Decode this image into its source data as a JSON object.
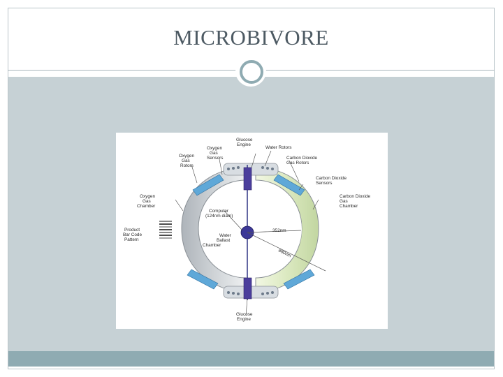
{
  "slide": {
    "title": "MICROBIVORE"
  },
  "diagram": {
    "labels": {
      "oxygen_rotors": [
        "Oxygen",
        "Gas",
        "Rotors"
      ],
      "oxygen_sensors": [
        "Oxygen",
        "Gas",
        "Sensors"
      ],
      "glucose_engine_top": [
        "Glucose",
        "Engine"
      ],
      "water_rotors": "Water Rotors",
      "co2_rotors": [
        "Carbon Dioxide",
        "Gas Rotors"
      ],
      "co2_sensors": [
        "Carbon Dioxide",
        "Sensors"
      ],
      "oxygen_chamber": [
        "Oxygen",
        "Gas",
        "Chamber"
      ],
      "co2_chamber": [
        "Carbon Dioxide",
        "Gas",
        "Chamber"
      ],
      "computer": [
        "Computer",
        "(124nm diam)"
      ],
      "barcode": [
        "Product",
        "Bar Code",
        "Pattern"
      ],
      "water_ballast": [
        "Water",
        "Ballast",
        "Chamber"
      ],
      "dim_short": "352nm",
      "dim_long": "880nm",
      "glucose_engine_bottom": [
        "Glucose",
        "Engine"
      ]
    }
  }
}
